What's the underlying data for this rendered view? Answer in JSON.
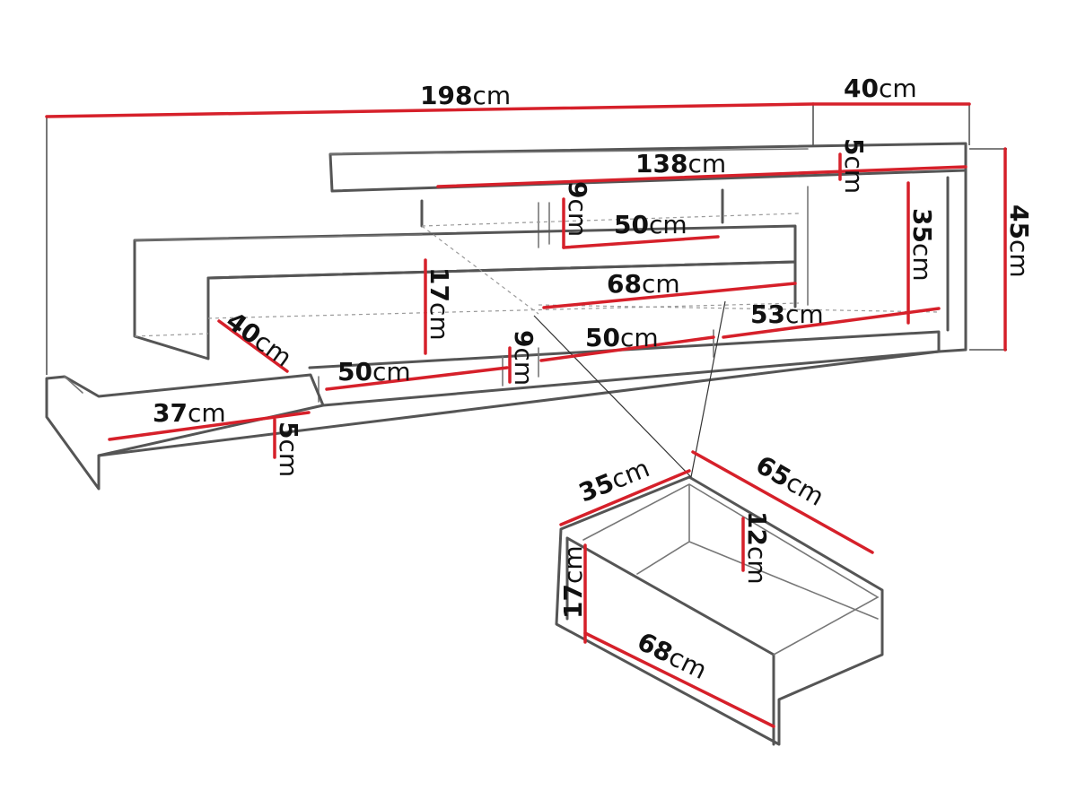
{
  "labels": {
    "total_width": {
      "value": "198",
      "unit": "cm"
    },
    "total_depth": {
      "value": "40",
      "unit": "cm"
    },
    "total_height": {
      "value": "45",
      "unit": "cm"
    },
    "top_shelf_width": {
      "value": "138",
      "unit": "cm"
    },
    "top_shelf_thick": {
      "value": "5",
      "unit": "cm"
    },
    "upper_gap_height": {
      "value": "9",
      "unit": "cm"
    },
    "upper_niche_width": {
      "value": "50",
      "unit": "cm"
    },
    "right_open_height": {
      "value": "35",
      "unit": "cm"
    },
    "cabinet_height": {
      "value": "17",
      "unit": "cm"
    },
    "front_width": {
      "value": "68",
      "unit": "cm"
    },
    "cabinet_depth": {
      "value": "40",
      "unit": "cm"
    },
    "lower_left_width": {
      "value": "50",
      "unit": "cm"
    },
    "lower_gap_height": {
      "value": "9",
      "unit": "cm"
    },
    "lower_mid_width": {
      "value": "50",
      "unit": "cm"
    },
    "lower_right_width": {
      "value": "53",
      "unit": "cm"
    },
    "base_width": {
      "value": "37",
      "unit": "cm"
    },
    "base_height": {
      "value": "5",
      "unit": "cm"
    },
    "drawer_depth": {
      "value": "35",
      "unit": "cm"
    },
    "drawer_length": {
      "value": "65",
      "unit": "cm"
    },
    "drawer_inner_h": {
      "value": "12",
      "unit": "cm"
    },
    "drawer_front_h": {
      "value": "17",
      "unit": "cm"
    },
    "drawer_front_w": {
      "value": "68",
      "unit": "cm"
    }
  },
  "colors": {
    "dimension_line": "#d6202a",
    "outline": "#555555"
  }
}
